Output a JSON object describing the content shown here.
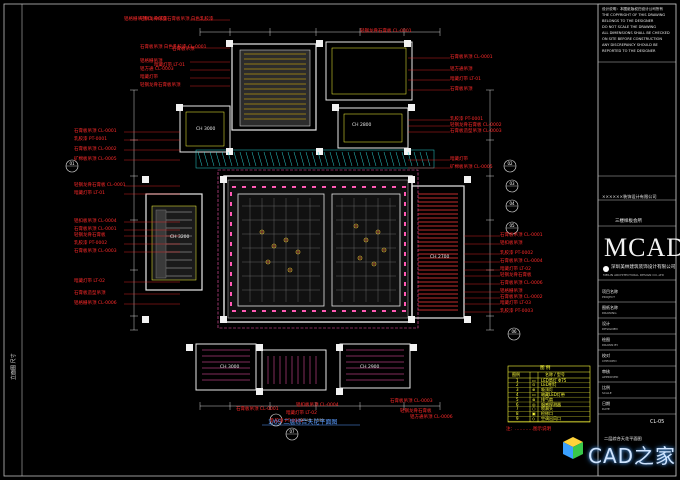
{
  "drawing": {
    "sheet_title": "1/05 二层综合天花平面图",
    "note": "注：…………图示说明",
    "scale_label": "SCALE: 1:100",
    "left_margin_text": "立面图 尺寸",
    "left_labels": [
      "轻钢龙骨纸面石膏板吊顶 白色乳胶漆",
      "石膏板吊顶 白色乳胶漆 CL-0001",
      "铝格栅吊顶",
      "铝方通 CL-0003",
      "暗藏灯带",
      "轻钢龙骨石膏板吊顶",
      "石膏板吊顶 CL-0001",
      "乳胶漆 PT-0001",
      "石膏板吊顶 CL-0002",
      "矿棉板吊顶 CL-0005",
      "轻钢龙骨石膏板 CL-0001",
      "暗藏灯带 LT-01",
      "铝扣板吊顶 CL-0004",
      "石膏板吊顶 CL-0001",
      "轻钢龙骨石膏板",
      "乳胶漆 PT-0002",
      "石膏板吊顶 CL-0003",
      "暗藏灯带 LT-02",
      "石膏板造型吊顶",
      "铝格栅吊顶 CL-0006"
    ],
    "right_labels": [
      "石膏板吊顶 CL-0001",
      "铝方通吊顶",
      "暗藏灯带 LT-01",
      "石膏板吊顶",
      "乳胶漆 PT-0001",
      "轻钢龙骨石膏板 CL-0002",
      "石膏板造型吊顶 CL-0003",
      "暗藏灯带",
      "矿棉板吊顶 CL-0005",
      "石膏板吊顶 CL-0001",
      "铝扣板吊顶",
      "乳胶漆 PT-0002",
      "石膏板吊顶 CL-0004",
      "暗藏灯带 LT-02",
      "轻钢龙骨石膏板",
      "石膏板吊顶 CL-0006",
      "铝格栅吊顶",
      "石膏板吊顶 CL-0002",
      "暗藏灯带 LT-03",
      "乳胶漆 PT-0003"
    ],
    "top_labels": [
      "铝格栅吊顶 CL-0003",
      "石膏板吊顶",
      "暗藏灯带 LT-01",
      "轻钢龙骨石膏板 CL-0001"
    ],
    "bottom_labels": [
      "石膏板吊顶 CL-0001",
      "铝扣板吊顶 CL-0004",
      "暗藏灯带 LT-02",
      "乳胶漆 PT-0002",
      "石膏板吊顶 CL-0003",
      "轻钢龙骨石膏板",
      "铝方通吊顶 CL-0006"
    ],
    "room_tags": [
      "CH 3000",
      "CH 2800",
      "CH 3200",
      "CH 2700",
      "CH 2900",
      "CH 3000"
    ],
    "bubbles": [
      "01",
      "02",
      "03",
      "04",
      "05",
      "06",
      "07"
    ]
  },
  "legend": {
    "title": "图 例",
    "header": [
      "图例",
      "名称 / 型号"
    ],
    "rows": [
      {
        "sym": "▭",
        "name": "LED筒灯 Φ75"
      },
      {
        "sym": "⊙",
        "name": "LED射灯"
      },
      {
        "sym": "⊕",
        "name": "吸顶灯"
      },
      {
        "sym": "▭",
        "name": "暗藏LED灯带"
      },
      {
        "sym": "⊗",
        "name": "排气扇"
      },
      {
        "sym": "◎",
        "name": "烟感探测器"
      },
      {
        "sym": "○",
        "name": "喷淋头"
      },
      {
        "sym": "▣",
        "name": "检修口"
      },
      {
        "sym": "◇",
        "name": "空调出风口"
      }
    ]
  },
  "title_block": {
    "notes": [
      "设计说明：本图纸版权归设计公司所有",
      "THE COPYRIGHT OF THIS DRAWING",
      "BELONGS TO THE DESIGNER",
      "DO NOT SCALE THE DRAWING",
      "ALL DIMENSIONS SHALL BE CHECKED",
      "ON SITE BEFORE CONSTRUCTION",
      "ANY DISCREPANCY SHOULD BE",
      "REPORTED TO THE DESIGNER"
    ],
    "company_top": "××××××装饰设计有限公司",
    "project": "三楼样板会所",
    "logo": "MCAD",
    "company_cn": "深圳美林建筑装饰设计有限公司",
    "company_en": "MEILIN ARCHITECTURAL DESIGN CO.,LTD",
    "fields": [
      {
        "k": "项目名称",
        "v": "PROJECT"
      },
      {
        "k": "图纸名称",
        "v": "DRAWING"
      },
      {
        "k": "设计",
        "v": "DESIGNED"
      },
      {
        "k": "绘图",
        "v": "DRAWN BY"
      },
      {
        "k": "校对",
        "v": "CHECKED"
      },
      {
        "k": "审核",
        "v": "APPROVED"
      },
      {
        "k": "比例",
        "v": "SCALE"
      },
      {
        "k": "日期",
        "v": "DATE"
      }
    ],
    "sheet_name": "二层综合天花平面图",
    "sheet_no": "CL-05"
  },
  "watermark": "CAD之家",
  "colors": {
    "background": "#000000",
    "wall": "#e8e8e8",
    "annotation": "#ff2a2a",
    "ceiling_grid": "#ffff3a",
    "light_strip": "#ff5ab4",
    "hatch": "#2ad2d2",
    "accent_blue": "#5a9cff"
  }
}
